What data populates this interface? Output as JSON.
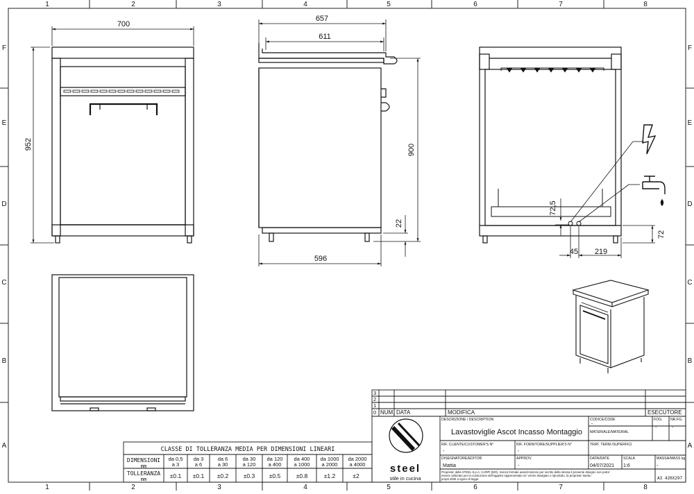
{
  "grid": {
    "columns": [
      "1",
      "2",
      "3",
      "4",
      "5",
      "6",
      "7",
      "8"
    ],
    "rows": [
      "F",
      "E",
      "D",
      "C",
      "B",
      "A"
    ]
  },
  "dimensions": {
    "front_width": "700",
    "front_height": "952",
    "side_overall_depth": "657",
    "side_top_depth": "611",
    "side_height": "900",
    "side_feet": "22",
    "side_base_depth": "596",
    "rear_72_5": "72,5",
    "rear_45": "45",
    "rear_219": "219",
    "rear_72": "72"
  },
  "tolerance_table": {
    "title": "CLASSE DI TOLLERANZA MEDIA PER DIMENSIONI LINEARI",
    "row1_label": "DIMENSIONI",
    "row1_unit": "mm",
    "ranges_top": [
      "da 0,5",
      "da 3",
      "da 6",
      "da 30",
      "da 120",
      "da 400",
      "da 1000",
      "da 2000"
    ],
    "ranges_bottom": [
      "a 3",
      "a 6",
      "a 30",
      "a 120",
      "a 400",
      "a 1000",
      "a 2000",
      "a 4000"
    ],
    "row2_label": "TOLLERANZA",
    "row2_unit": "mm",
    "values": [
      "±0.1",
      "±0.1",
      "±0.2",
      "±0.3",
      "±0.5",
      "±0.8",
      "±1.2",
      "±2"
    ]
  },
  "title_block": {
    "revisions": [
      "3",
      "2",
      "1",
      "0"
    ],
    "hdr_num": "NUM.",
    "hdr_data": "DATA",
    "hdr_modifica": "MODIFICA",
    "hdr_esecutore": "ESECUTORE",
    "desc_label": "DESCRIZIONE / DESCRIPTION",
    "description": "Lavastoviglie Ascot Incasso Montaggio",
    "codice_label": "CODICE/CODE",
    "foglio_label": "FOG.",
    "nfogli_label": "NR.FG.",
    "codice_value": "-",
    "foglio_value": "-",
    "nfogli_value": "-",
    "materiale_label": "MATERIALE/MATERIAL",
    "rif_cliente_label": "RIF. CLIENTE/CUSTOMER'S N°",
    "rif_fornitore_label": "RIF. FORNITORE/SUPPLIER'S N°",
    "trat_label": "TRAT. TERM./SUPERFICI",
    "rif_cliente_value": "-",
    "rif_fornitore_value": "-",
    "disegnatore_label": "DISEGNATORE/EDITOR",
    "disegnatore_value": "Mattia",
    "approv_label": "APPROV.",
    "approv_value": "-",
    "data_label": "DATA/DATE",
    "data_value": "04/07/2021",
    "scala_label": "SCALA",
    "scala_value": "1:6",
    "massa_label": "MASSA/MASS kg",
    "massa_value": "-",
    "footer_line1": "Proprieta' della STEEL S.p.A. CARPI (MO). Senza formale autorizzazione per iscritto della stessa il presente disegno non potra'",
    "footer_line2": "essere utilizzato per la costruzione dell'oggetto rappresentato ne' venire divulgato o riprodotto, la proprieta' tutela i",
    "footer_line3": "propri diritti a rigore di legge.",
    "format": "A3 420X297",
    "logo_text": "steel",
    "logo_tagline": "stile in cucina"
  },
  "icons": [
    "electric-bolt-icon",
    "water-tap-icon"
  ]
}
